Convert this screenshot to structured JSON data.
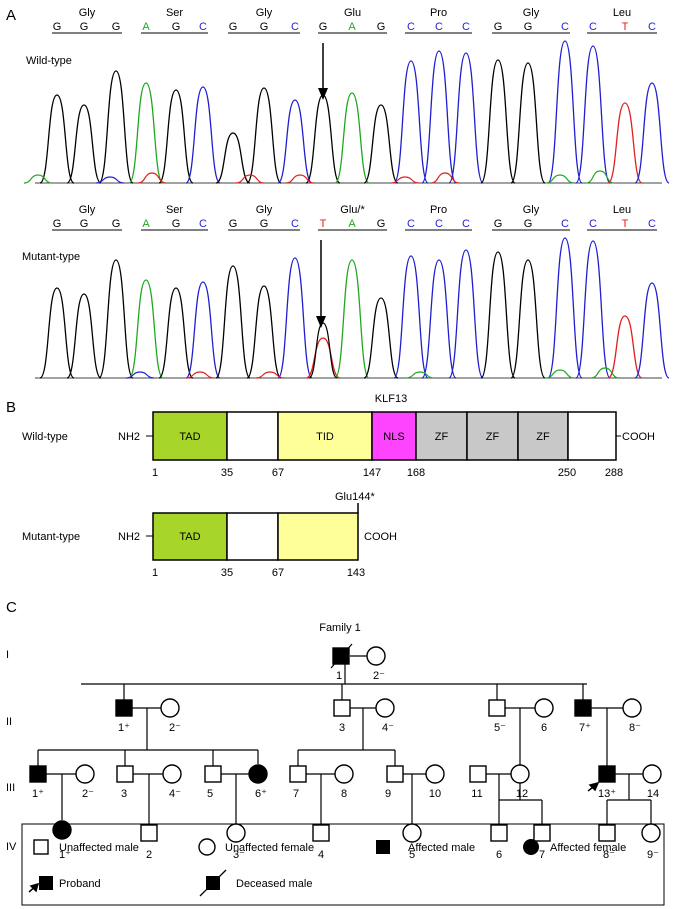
{
  "panels": {
    "a": "A",
    "b": "B",
    "c": "C"
  },
  "colors": {
    "A": "#1fa81f",
    "C": "#1f1fd0",
    "G": "#000000",
    "T": "#e0201c",
    "tad": "#a8d52a",
    "tid": "#ffff99",
    "nls": "#ff44ff",
    "zf": "#c8c8c8"
  },
  "seq": {
    "wild": {
      "label": "Wild-type",
      "codons": [
        {
          "aa": "Gly",
          "bases": [
            "G",
            "G",
            "G"
          ]
        },
        {
          "aa": "Ser",
          "bases": [
            "A",
            "G",
            "C"
          ]
        },
        {
          "aa": "Gly",
          "bases": [
            "G",
            "G",
            "C"
          ]
        },
        {
          "aa": "Glu",
          "bases": [
            "G",
            "A",
            "G"
          ]
        },
        {
          "aa": "Pro",
          "bases": [
            "C",
            "C",
            "C"
          ]
        },
        {
          "aa": "Gly",
          "bases": [
            "G",
            "G",
            "C"
          ]
        },
        {
          "aa": "Leu",
          "bases": [
            "C",
            "T",
            "C"
          ]
        }
      ]
    },
    "mutant": {
      "label": "Mutant-type",
      "codons": [
        {
          "aa": "Gly",
          "bases": [
            "G",
            "G",
            "G"
          ]
        },
        {
          "aa": "Ser",
          "bases": [
            "A",
            "G",
            "C"
          ]
        },
        {
          "aa": "Gly",
          "bases": [
            "G",
            "G",
            "C"
          ]
        },
        {
          "aa": "Glu/*",
          "bases": [
            "T",
            "A",
            "G"
          ]
        },
        {
          "aa": "Pro",
          "bases": [
            "C",
            "C",
            "C"
          ]
        },
        {
          "aa": "Gly",
          "bases": [
            "G",
            "G",
            "C"
          ]
        },
        {
          "aa": "Leu",
          "bases": [
            "C",
            "T",
            "C"
          ]
        }
      ]
    }
  },
  "protein": {
    "title": "KLF13",
    "wild_label": "Wild-type",
    "mutant_label": "Mutant-type",
    "nterm": "NH2",
    "cterm": "COOH",
    "wild_domains": [
      "TAD",
      "",
      "TID",
      "NLS",
      "ZF",
      "ZF",
      "ZF",
      ""
    ],
    "wild_positions": [
      "1",
      "35",
      "67",
      "147",
      "168",
      "250",
      "288"
    ],
    "mutant_domains": [
      "TAD",
      "",
      ""
    ],
    "mutant_positions": [
      "1",
      "35",
      "67",
      "143"
    ],
    "mutation": "Glu144*"
  },
  "pedigree": {
    "title": "Family 1",
    "generations": [
      "I",
      "II",
      "III",
      "IV"
    ],
    "labels": {
      "I1": "1",
      "I2": "2⁻",
      "II1": "1⁺",
      "II2": "2⁻",
      "II3": "3",
      "II4": "4⁻",
      "II5": "5⁻",
      "II6": "6",
      "II7": "7⁺",
      "II8": "8⁻",
      "III1": "1⁺",
      "III2": "2⁻",
      "III3": "3",
      "III4": "4⁻",
      "III5": "5",
      "III6": "6⁺",
      "III7": "7",
      "III8": "8",
      "III9": "9",
      "III10": "10",
      "III11": "11",
      "III12": "12",
      "III13": "13⁺",
      "III14": "14",
      "IV1": "1⁺",
      "IV2": "2",
      "IV3": "3⁻",
      "IV4": "4",
      "IV5": "5",
      "IV6": "6",
      "IV7": "7",
      "IV8": "8⁻",
      "IV9": "9⁻"
    }
  },
  "legend": {
    "unaffected_male": "Unaffected male",
    "unaffected_female": "Unaffected female",
    "affected_male": "Affected male",
    "affected_female": "Affected female",
    "proband": "Proband",
    "deceased_male": "Deceased male"
  }
}
